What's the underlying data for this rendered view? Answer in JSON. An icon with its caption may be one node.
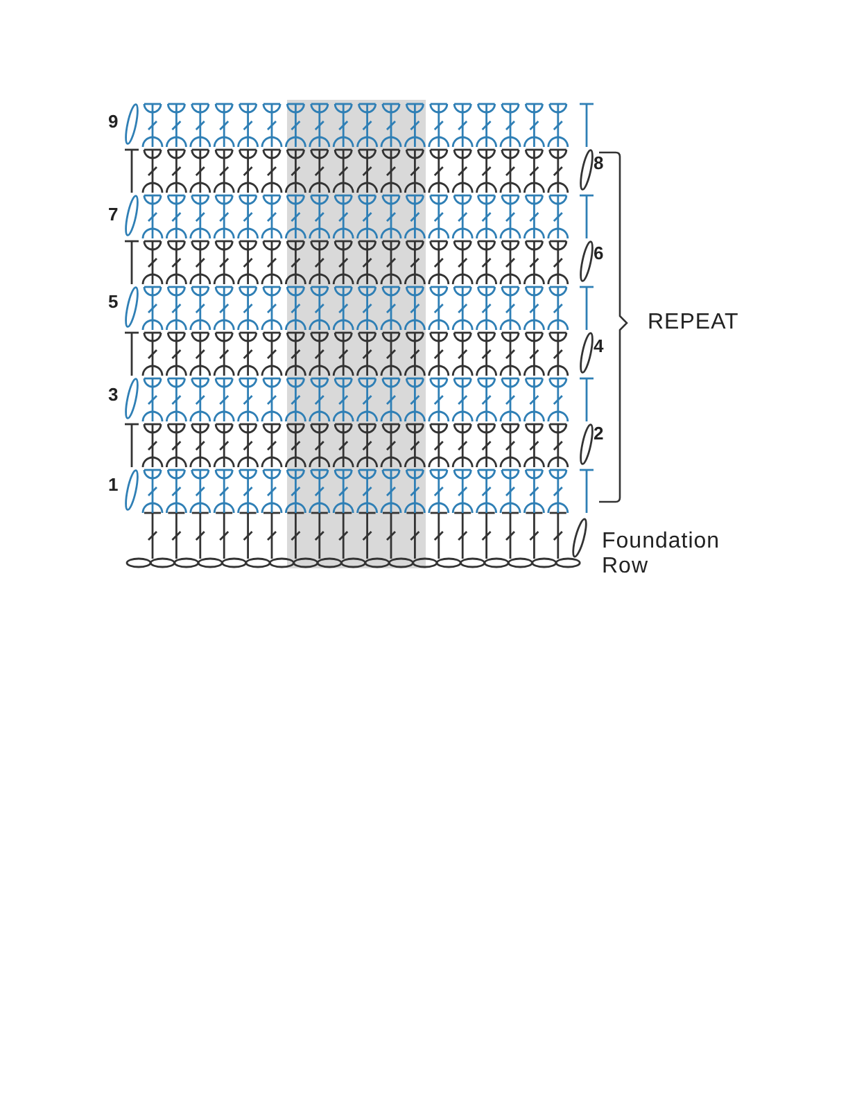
{
  "diagram": {
    "labels": [
      "9",
      "8",
      "7",
      "6",
      "REPEAT",
      "5",
      "4",
      "3",
      "2",
      "1",
      "Foundation Row"
    ]
  }
}
